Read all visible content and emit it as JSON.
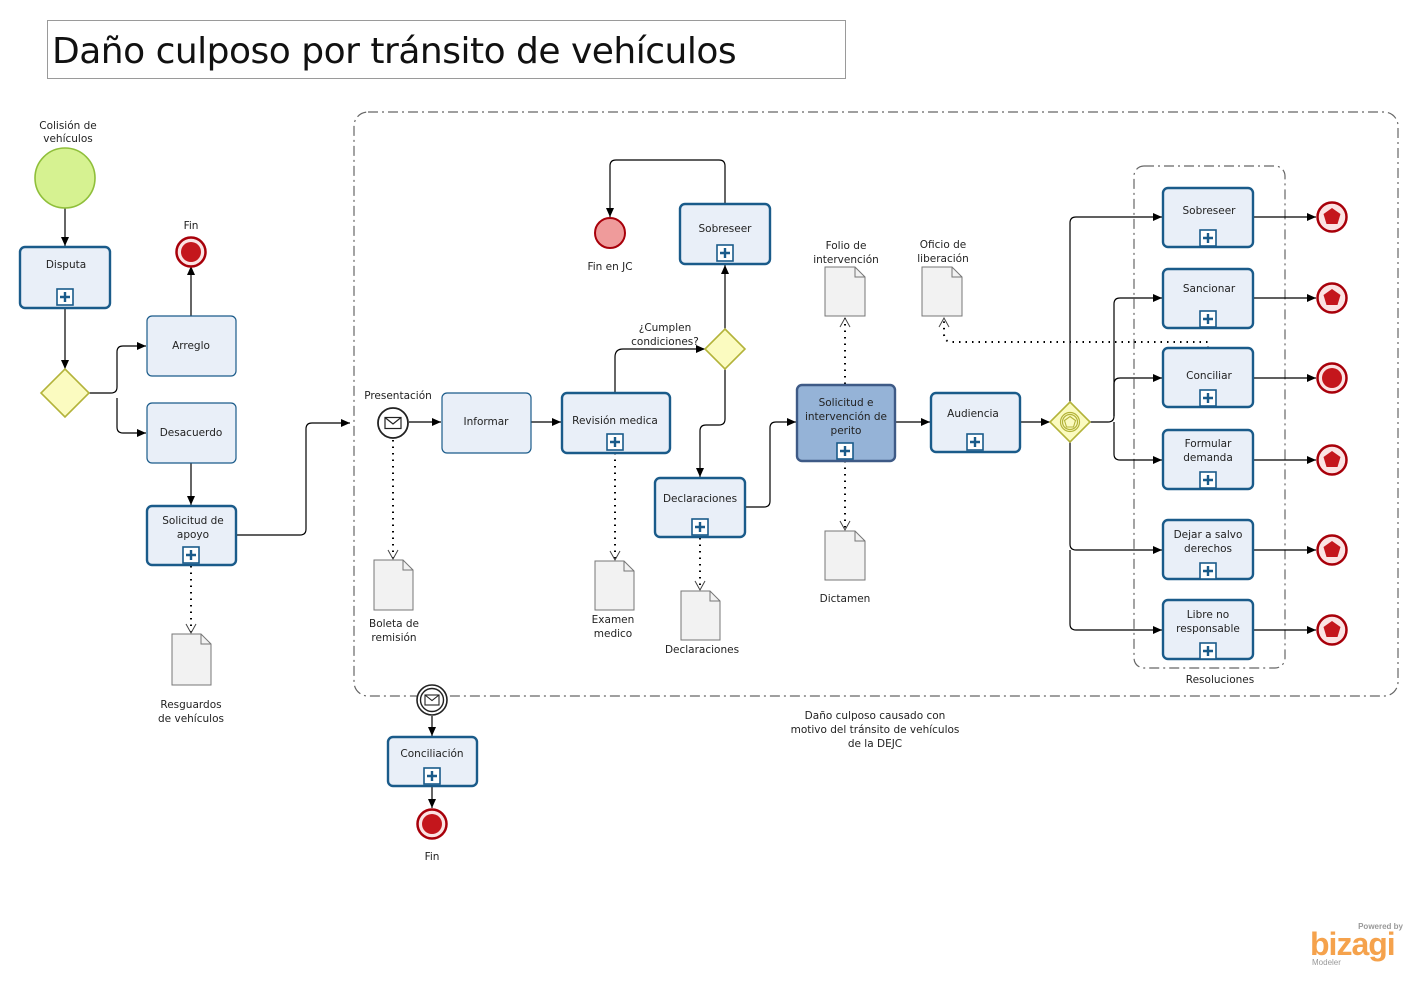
{
  "title": "Daño culposo por tránsito de vehículos",
  "colors": {
    "task_fill": "#e9eff8",
    "task_border": "#1a5b8a",
    "highlight_fill": "#95b3d7",
    "highlight_border": "#3e5a86",
    "start_fill": "#d6f291",
    "start_border": "#8fbf3a",
    "gateway_fill": "#fbfbc0",
    "gateway_border": "#b3b33a",
    "end_fill": "#c4161c",
    "end_ring": "#a8000a"
  },
  "events": {
    "start": "Colisión de vehículos",
    "end_top": "Fin",
    "end_jc": "Fin en JC",
    "message_start": "Presentación",
    "end_bottom": "Fin"
  },
  "gateways": {
    "conditions": "¿Cumplen condiciones?"
  },
  "tasks": {
    "disputa": "Disputa",
    "arreglo": "Arreglo",
    "desacuerdo": "Desacuerdo",
    "solicitud_apoyo": "Solicitud de apoyo",
    "informar": "Informar",
    "revision": "Revisión medica",
    "sobreseer_top": "Sobreseer",
    "declaraciones": "Declaraciones",
    "perito": "Solicitud e intervención de perito",
    "audiencia": "Audiencia",
    "conciliacion": "Conciliación",
    "sobreseer_r": "Sobreseer",
    "sancionar": "Sancionar",
    "conciliar": "Conciliar",
    "formular": "Formular demanda",
    "dejar": "Dejar a salvo derechos",
    "libre": "Libre no responsable"
  },
  "documents": {
    "resguardos": "Resguardos de vehículos",
    "boleta": "Boleta de remisión",
    "examen": "Examen medico",
    "declaraciones": "Declaraciones",
    "folio": "Folio de intervención",
    "dictamen": "Dictamen",
    "oficio": "Oficio de liberación"
  },
  "groups": {
    "main_caption": "Daño culposo causado con motivo del tránsito de vehículos de la DEJC",
    "resoluciones": "Resoluciones"
  },
  "branding": {
    "powered": "Powered by",
    "name": "bizagi",
    "product": "Modeler"
  }
}
